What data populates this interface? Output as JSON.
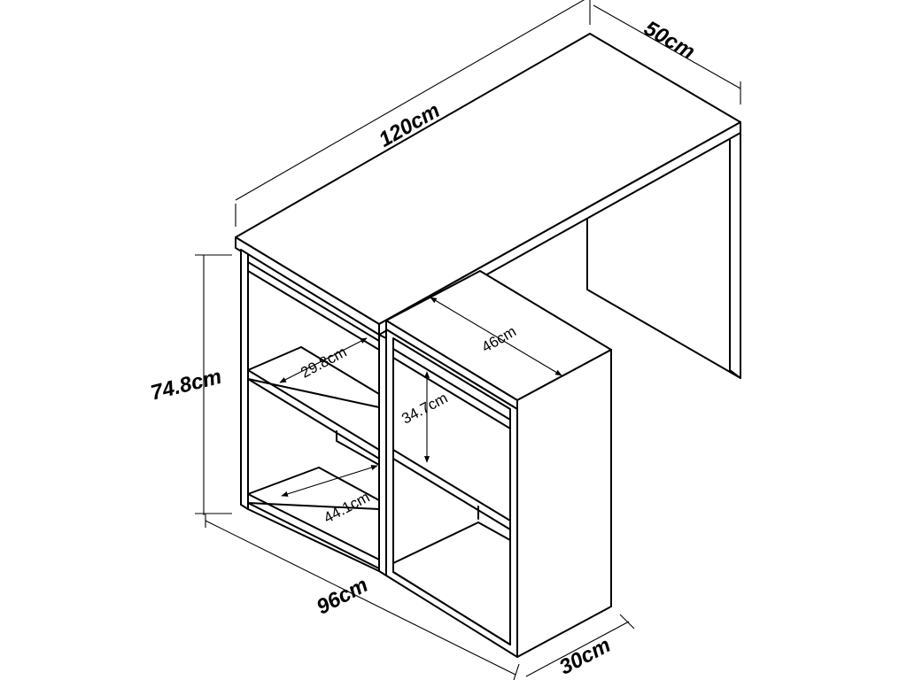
{
  "dimensions": {
    "width": "120cm",
    "depth": "50cm",
    "height": "74.8cm",
    "return_length": "96cm",
    "return_depth": "30cm",
    "top_inner": "46cm",
    "shelf_width": "29.8cm",
    "shelf_height": "34.7cm",
    "bottom_width": "44.1cm"
  },
  "colors": {
    "line": "#000000",
    "background": "#ffffff"
  }
}
